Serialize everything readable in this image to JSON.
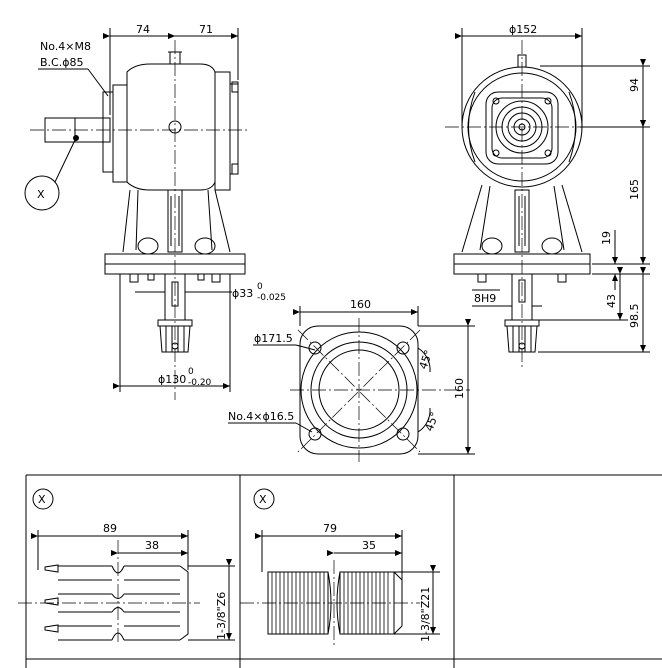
{
  "side_view": {
    "bolt_spec_line1": "No.4×M8",
    "bolt_spec_line2": "B.C.ϕ85",
    "dim_74": "74",
    "dim_71": "71",
    "shaft_diameter": "ϕ33",
    "shaft_tol_upper": "0",
    "shaft_tol_lower": "-0.025",
    "base_diameter": "ϕ130",
    "base_tol_upper": "0",
    "base_tol_lower": "-0.20",
    "detail_marker": "X"
  },
  "front_view": {
    "dim_152": "ϕ152",
    "dim_94": "94",
    "dim_165": "165",
    "dim_19": "19",
    "dim_43": "43",
    "dim_98_5": "98.5",
    "keyway": "8H9"
  },
  "flange_view": {
    "width": "160",
    "height": "160",
    "bolt_circle": "ϕ171.5",
    "angle_top": "45°",
    "angle_bottom": "45°",
    "holes": "No.4×ϕ16.5"
  },
  "detail_splined": {
    "marker": "X",
    "total_length": "89",
    "spline_length": "38",
    "spec": "1-3/8\"Z6"
  },
  "detail_involute": {
    "marker": "X",
    "total_length": "79",
    "spline_length": "35",
    "spec": "1-3/8\"Z21"
  }
}
